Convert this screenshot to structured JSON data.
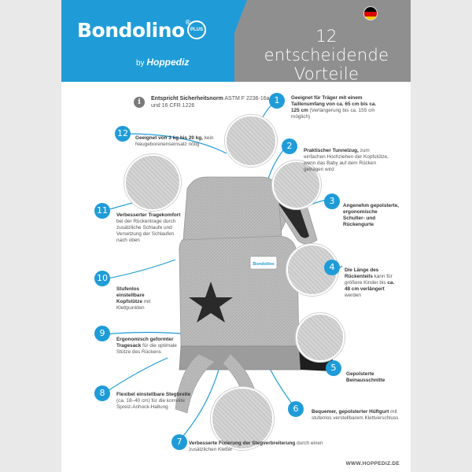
{
  "brand": {
    "name": "Bondolino",
    "registered": "®",
    "badge": "PLUS",
    "by": "by",
    "by_brand": "Hoppediz"
  },
  "headline": {
    "line1": "12 entscheidende",
    "line2": "Vorteile"
  },
  "colors": {
    "accent": "#1f9cd8",
    "header_gray": "#8f8f8f",
    "carrier_gray": "#b9b9b9"
  },
  "norm": {
    "label": "Entspricht Sicherheitsnorm",
    "value": "ASTM F 2236-16a und 16 CFR 1226",
    "icon": "info-icon"
  },
  "callouts": [
    {
      "n": "1",
      "bold": "Geeignet für Träger mit einem Taillenumfang von ca. 65 cm bis ca. 125 cm",
      "text": " (Verlängerung bis ca. 155 cm möglich)"
    },
    {
      "n": "2",
      "bold": "Praktischer Tunnelzug,",
      "text": " zum einfachen Hochziehen der Kopfstütze, wenn das Baby auf dem Rücken getragen wird"
    },
    {
      "n": "3",
      "bold": "Angenehm gepolsterte, ergonomische Schulter- und Rückengurte",
      "text": ""
    },
    {
      "n": "4",
      "bold": "Die Länge des Rückenteils",
      "text": " kann für größere Kinder bis ",
      "bold2": "ca. 48 cm verlängert",
      "text2": " werden"
    },
    {
      "n": "5",
      "bold": "Gepolsterte Beinausschnitte",
      "text": ""
    },
    {
      "n": "6",
      "bold": "Bequemer, gepolsterter Hüftgurt",
      "text": " mit stufenlos verstellbarem Klettverschluss"
    },
    {
      "n": "7",
      "bold": "Verbesserte Fixierung der Stegverbreiterung",
      "text": " durch einen zusätzlichen Kletter"
    },
    {
      "n": "8",
      "bold": "Flexibel einstellbare Stegbreite",
      "text": " (ca. 18–40 cm) für die korrekte Spreiz-Anhock-Haltung"
    },
    {
      "n": "9",
      "bold": "Ergonomisch geformter Tragesack",
      "text": " für die optimale Stütze des Rückens"
    },
    {
      "n": "10",
      "bold": "Stufenlos einstellbare Kopfstütze",
      "text": " mit Klettpunkten"
    },
    {
      "n": "11",
      "bold": "Verbesserter Tragekomfort",
      "text": " bei der Rückentrage durch zusätzliche Schlaufe und Versetzung der Schlaufen nach oben"
    },
    {
      "n": "12",
      "bold": "Geeignet von 3 kg bis 20 kg,",
      "text": " kein Neugeborenenseinsatz nötig"
    }
  ],
  "carrier_label": "Bondolino",
  "footer": "WWW.HOPPEDIZ.DE"
}
